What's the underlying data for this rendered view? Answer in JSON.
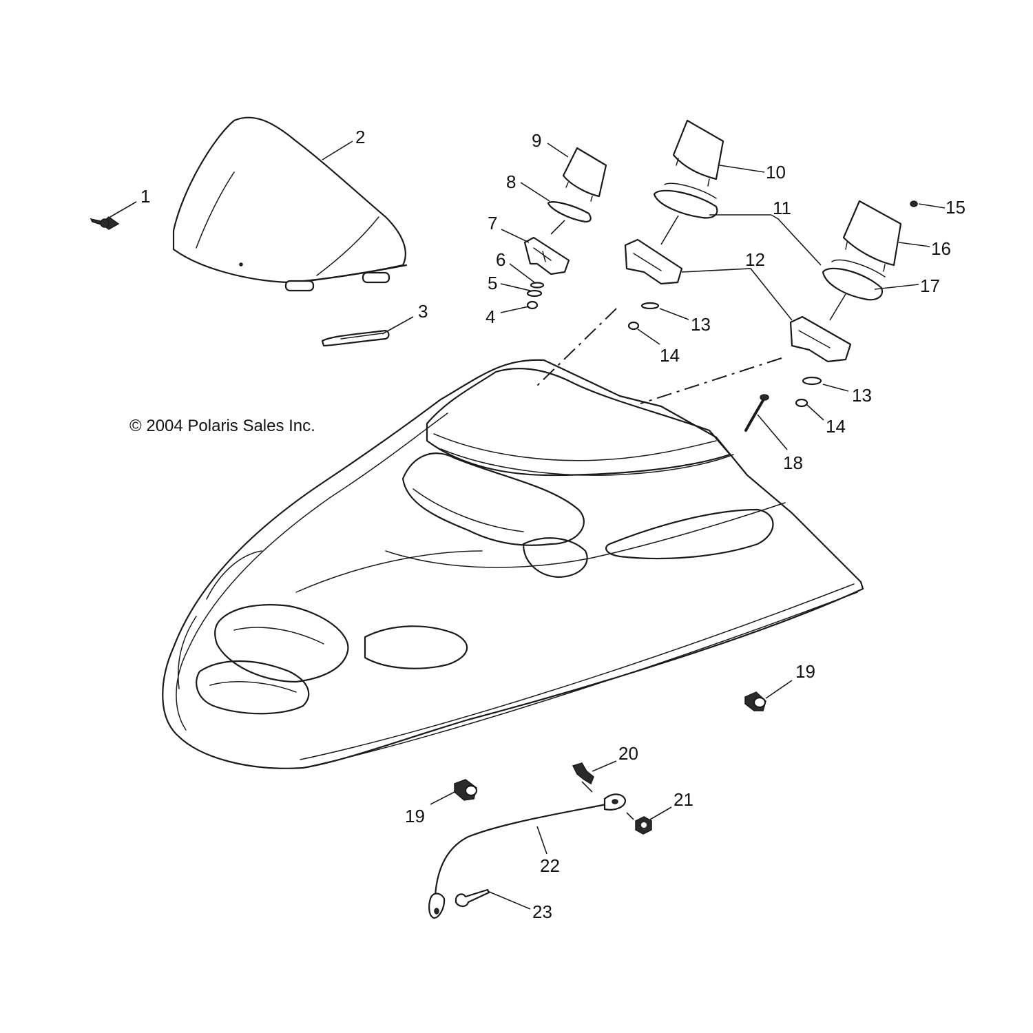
{
  "copyright": "© 2004 Polaris Sales Inc.",
  "callouts": [
    {
      "id": "c1",
      "text": "1"
    },
    {
      "id": "c2",
      "text": "2"
    },
    {
      "id": "c3",
      "text": "3"
    },
    {
      "id": "c4",
      "text": "4"
    },
    {
      "id": "c5",
      "text": "5"
    },
    {
      "id": "c6",
      "text": "6"
    },
    {
      "id": "c7",
      "text": "7"
    },
    {
      "id": "c8",
      "text": "8"
    },
    {
      "id": "c9",
      "text": "9"
    },
    {
      "id": "c10",
      "text": "10"
    },
    {
      "id": "c11",
      "text": "11"
    },
    {
      "id": "c12",
      "text": "12"
    },
    {
      "id": "c13a",
      "text": "13"
    },
    {
      "id": "c13b",
      "text": "13"
    },
    {
      "id": "c14a",
      "text": "14"
    },
    {
      "id": "c14b",
      "text": "14"
    },
    {
      "id": "c15",
      "text": "15"
    },
    {
      "id": "c16",
      "text": "16"
    },
    {
      "id": "c17",
      "text": "17"
    },
    {
      "id": "c18",
      "text": "18"
    },
    {
      "id": "c19a",
      "text": "19"
    },
    {
      "id": "c19b",
      "text": "19"
    },
    {
      "id": "c20",
      "text": "20"
    },
    {
      "id": "c21",
      "text": "21"
    },
    {
      "id": "c22",
      "text": "22"
    },
    {
      "id": "c23",
      "text": "23"
    }
  ]
}
